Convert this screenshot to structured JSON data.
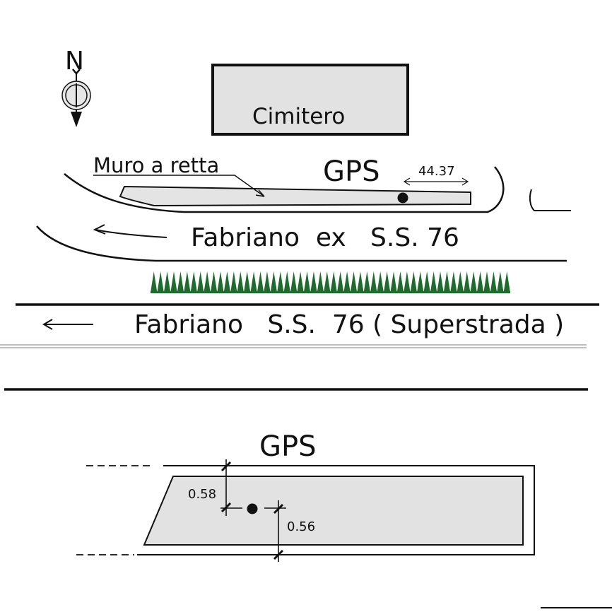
{
  "north_label": "N",
  "top_view": {
    "building_label": "Cimitero",
    "wall_label": "Muro a retta",
    "gps_label": "GPS",
    "distance_label": "44.37",
    "old_road_label": "Fabriano  ex   S.S. 76",
    "highway_label": "Fabriano   S.S.  76 ( Superstrada )"
  },
  "detail_view": {
    "gps_label": "GPS",
    "offset_top": "0.58",
    "offset_right": "0.56"
  },
  "colors": {
    "ink": "#111111",
    "fill_gray": "#e2e2e2",
    "hedge_green": "#1f6b2e"
  },
  "icons": [
    "north-arrow-icon",
    "gps-point-icon",
    "direction-arrow-icon",
    "hedge-icon"
  ]
}
